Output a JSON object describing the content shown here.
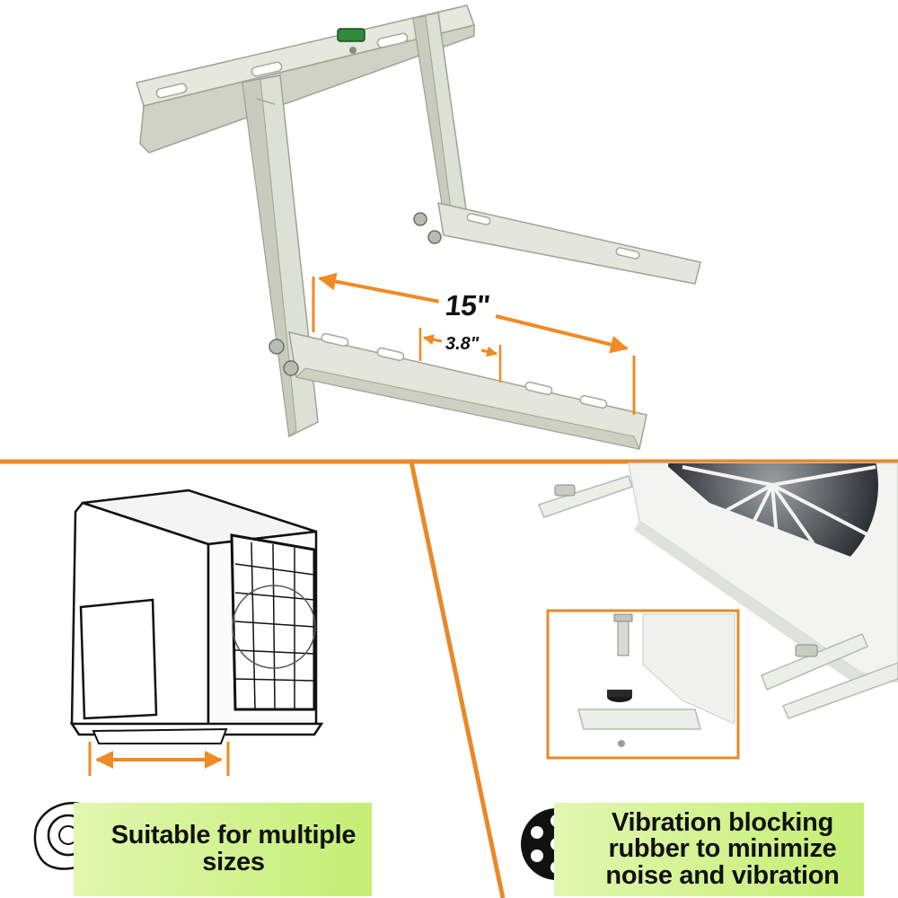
{
  "labels": {
    "width_dimension": "15\"",
    "slot_spacing": "3.8\"",
    "feature_left": "Suitable for multiple sizes",
    "feature_right": "Vibration blocking rubber to minimize noise and vibration"
  },
  "icons": {
    "left": "tape-measure-icon",
    "right": "rubber-damper-icon"
  },
  "colors": {
    "accent_orange": "#f08a24",
    "banner_green": "#c4ee74",
    "bracket_gray": "#e2e5d9",
    "divider_orange": "#e8892a"
  }
}
